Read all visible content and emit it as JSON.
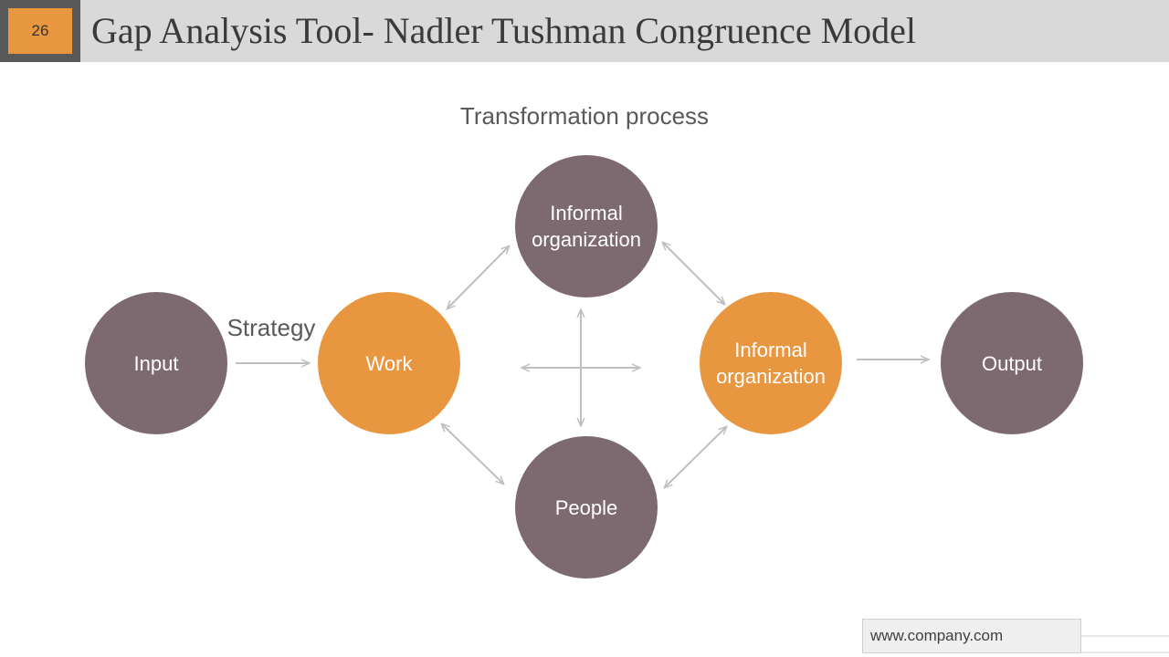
{
  "slide": {
    "number": "26",
    "title": "Gap Analysis Tool- Nadler Tushman Congruence Model",
    "website": "www.company.com"
  },
  "diagram": {
    "subtitle": "Transformation process",
    "strategy_label": "Strategy",
    "nodes": {
      "input": "Input",
      "work": "Work",
      "informal_top": "Informal organization",
      "informal_right": "Informal organization",
      "people": "People",
      "output": "Output"
    }
  },
  "colors": {
    "mauve": "#7d6970",
    "orange": "#e8963f",
    "arrow": "#bfbfbf",
    "header_bg": "#d9d9d9",
    "number_frame": "#595959"
  }
}
